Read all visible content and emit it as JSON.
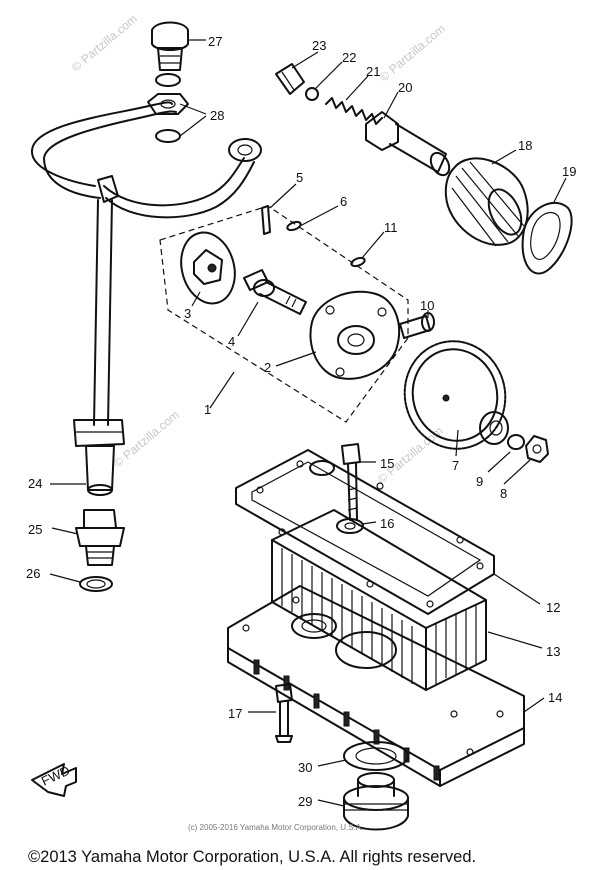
{
  "watermarks": [
    "© Partzilla.com",
    "© Partzilla.com",
    "© Partzilla.com",
    "© Partzilla.com"
  ],
  "sub_copyright": "(c) 2005-2016 Yamaha Motor Corporation, U.S.A.",
  "copyright": "©2013 Yamaha Motor Corporation, U.S.A. All rights reserved.",
  "fwd_label": "FWD",
  "callouts": [
    "1",
    "2",
    "3",
    "4",
    "5",
    "6",
    "7",
    "8",
    "9",
    "10",
    "11",
    "12",
    "13",
    "14",
    "15",
    "16",
    "17",
    "18",
    "19",
    "20",
    "21",
    "22",
    "23",
    "24",
    "25",
    "26",
    "27",
    "28",
    "29",
    "30"
  ]
}
